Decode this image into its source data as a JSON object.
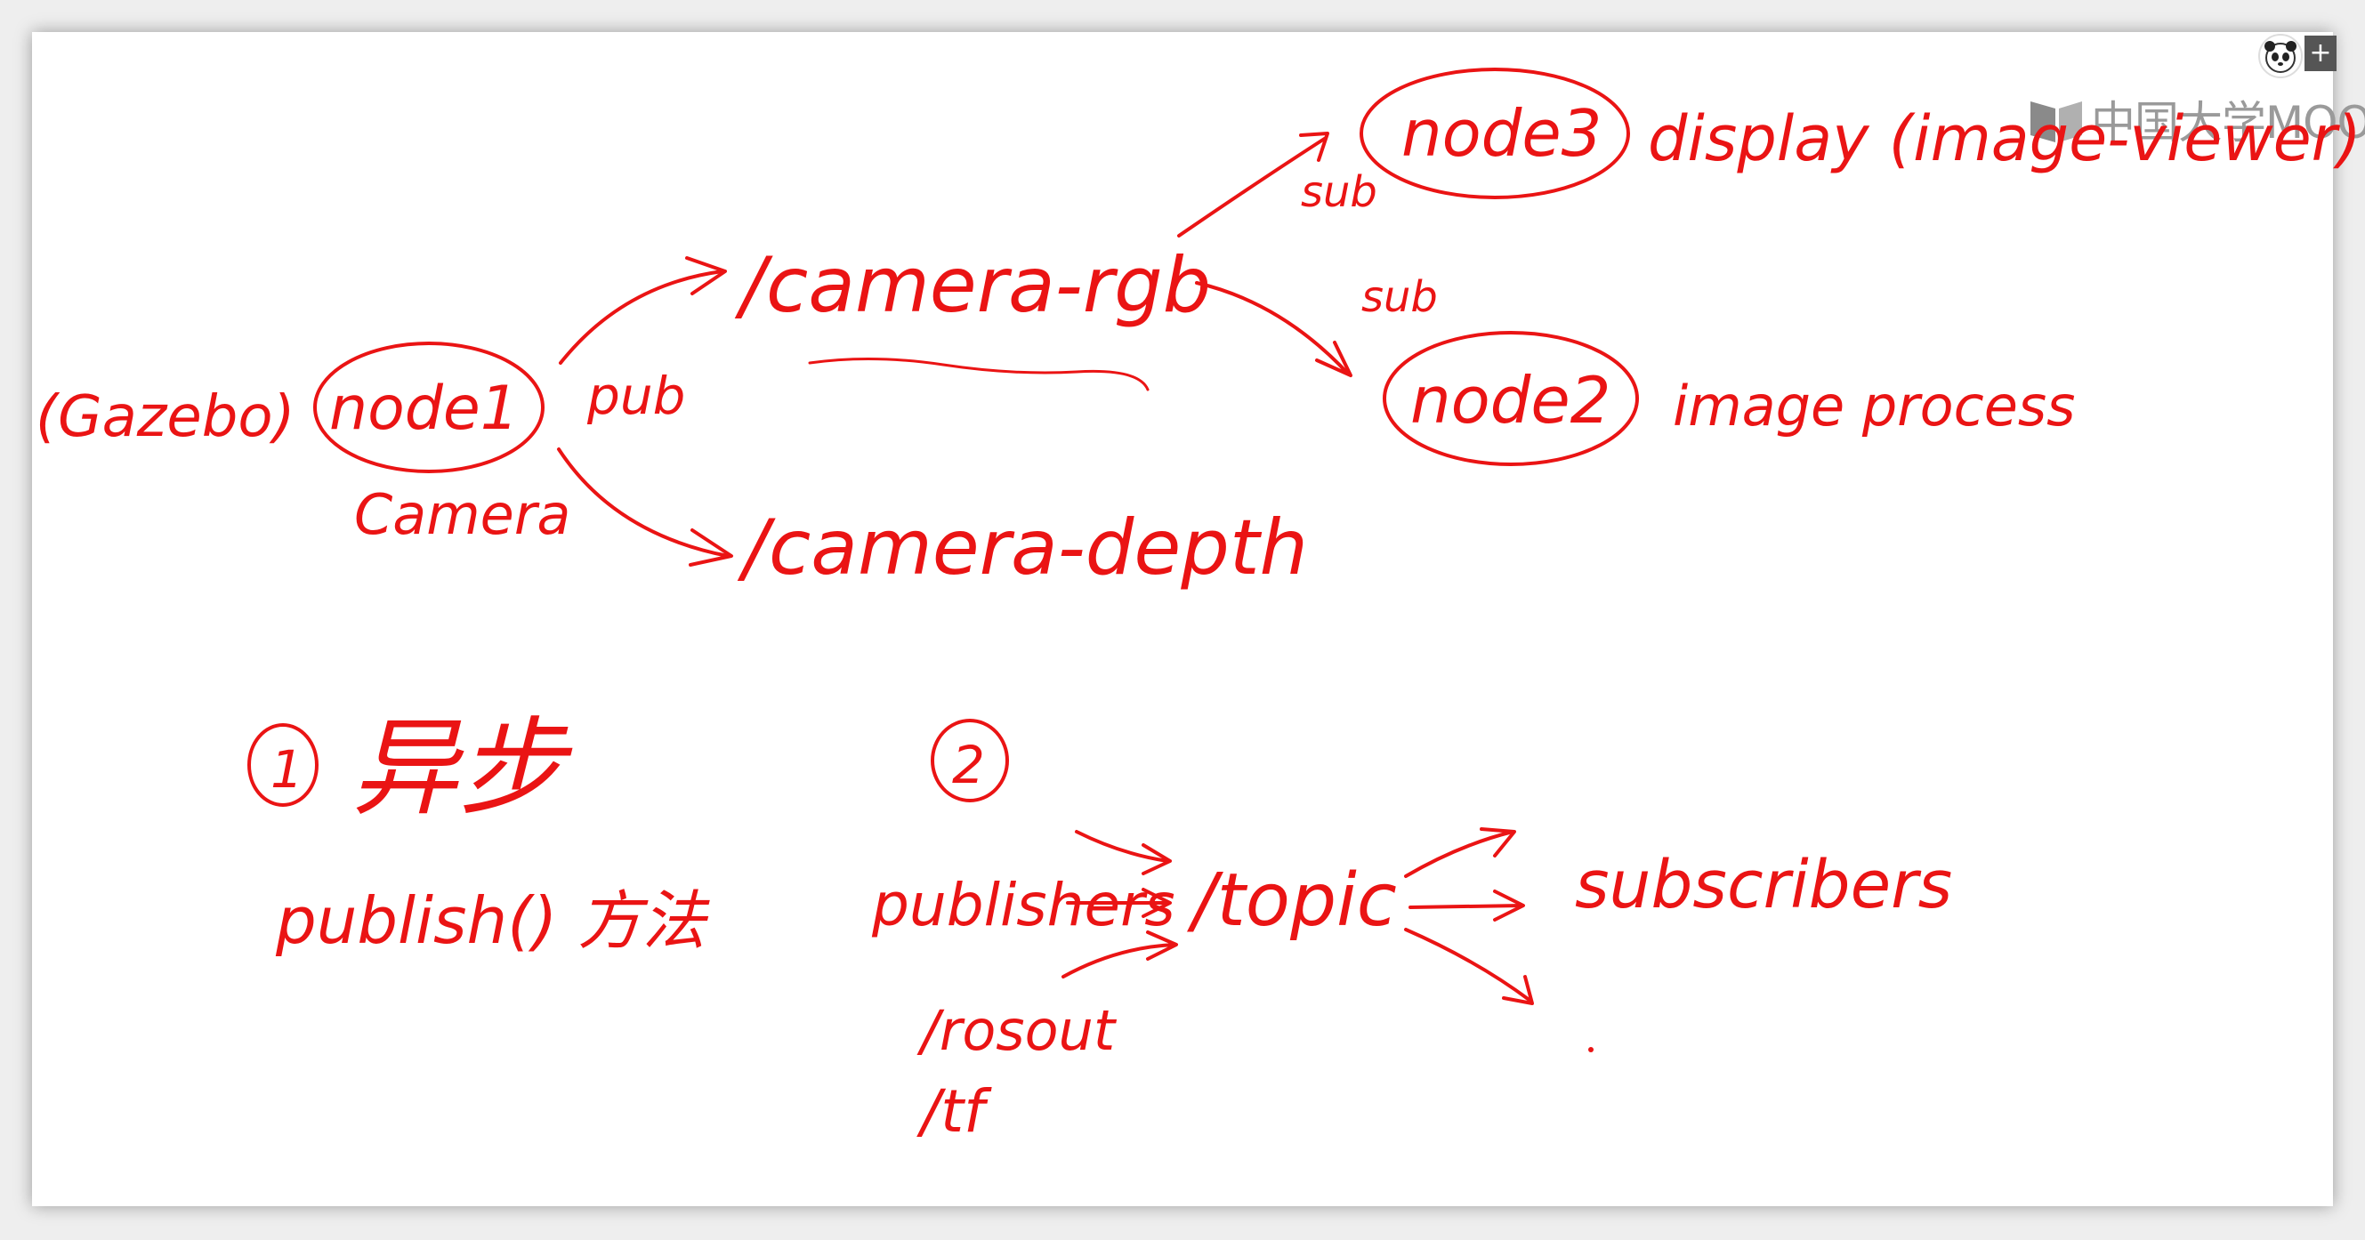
{
  "watermark": {
    "text": "中国大学MOOC",
    "logo_icon": "book-icon"
  },
  "user": {
    "avatar_icon": "panda-avatar-icon",
    "plus_label": "+"
  },
  "ink_color": "#ea1414",
  "diagram": {
    "gazebo": "(Gazebo)",
    "node1": "node1",
    "node1_caption": "Camera",
    "pub": "pub",
    "topic_rgb": "/camera-rgb",
    "topic_depth": "/camera-depth",
    "sub_top": "sub",
    "sub_mid": "sub",
    "node3": "node3",
    "node3_caption": "display (image-viewer)",
    "node2": "node2",
    "node2_caption": "image process"
  },
  "notes": {
    "item1_number": "1",
    "item1_title": "异步",
    "item1_method": "publish() 方法",
    "item2_number": "2",
    "publishers": "publishers",
    "topic": "/topic",
    "subscribers": "subscribers",
    "rosout": "/rosout",
    "tf": "/tf"
  }
}
